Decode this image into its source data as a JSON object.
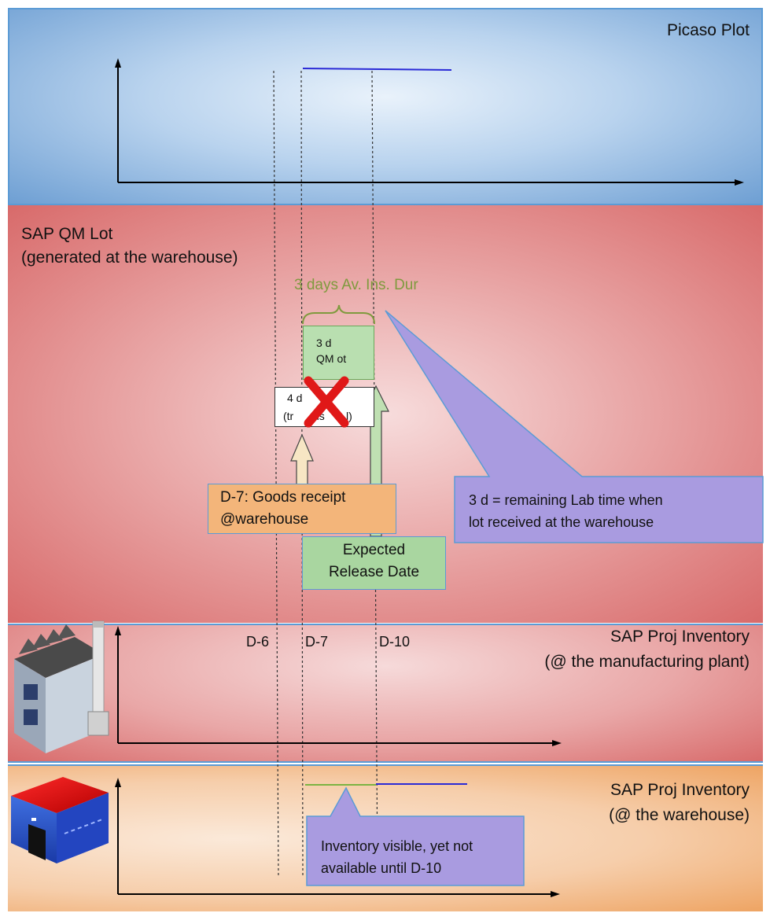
{
  "lanes": {
    "picaso": {
      "title": "Picaso Plot"
    },
    "qm": {
      "title_line1": "SAP QM Lot",
      "title_line2": "(generated at the warehouse)"
    },
    "plant": {
      "title_line1": "SAP Proj Inventory",
      "title_line2": "(@ the manufacturing plant)"
    },
    "warehouse": {
      "title_line1": "SAP Proj Inventory",
      "title_line2": "(@ the warehouse)"
    }
  },
  "markers": {
    "d6": "D-6",
    "d7": "D-7",
    "d10": "D-10"
  },
  "brace_label": "3 days Av. Ins. Dur",
  "qm_box": {
    "line1": "3 d",
    "line2": "QM ot"
  },
  "transit_box": {
    "line1": "4 d",
    "line2": "(tr",
    "line2b": "ns",
    "line2c": "l)"
  },
  "goods_receipt": {
    "line1": "D-7: Goods receipt",
    "line2": "@warehouse"
  },
  "release": {
    "line1": "Expected",
    "line2": "Release Date"
  },
  "callout_lab": {
    "line1": "3 d = remaining Lab time when",
    "line2": "lot received at the warehouse"
  },
  "callout_inventory": {
    "line1": "Inventory visible, yet not",
    "line2": "available until D-10"
  },
  "colors": {
    "blue_line": "#2a2ad6",
    "green_line": "#7cb342",
    "green_box": "#b9dfb0",
    "green_label": "#7f9a3e",
    "orange_box": "#f3b57a",
    "callout": "#a99be0",
    "red_x": "#e01818"
  }
}
